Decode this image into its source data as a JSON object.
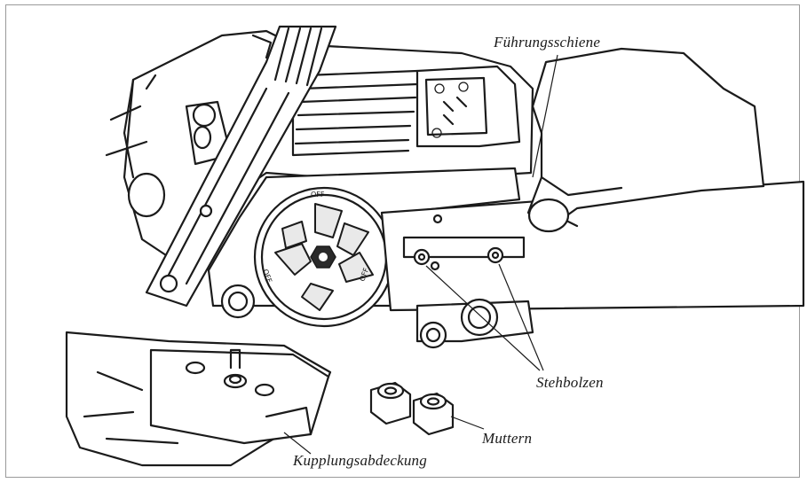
{
  "figure": {
    "labels": {
      "guide_bar": "Führungsschiene",
      "studs": "Stehbolzen",
      "nuts": "Muttern",
      "clutch_cover": "Kupplungsabdeckung"
    },
    "dial_markings": {
      "top": "OFF",
      "left": "OFF",
      "right": "OFF"
    }
  }
}
